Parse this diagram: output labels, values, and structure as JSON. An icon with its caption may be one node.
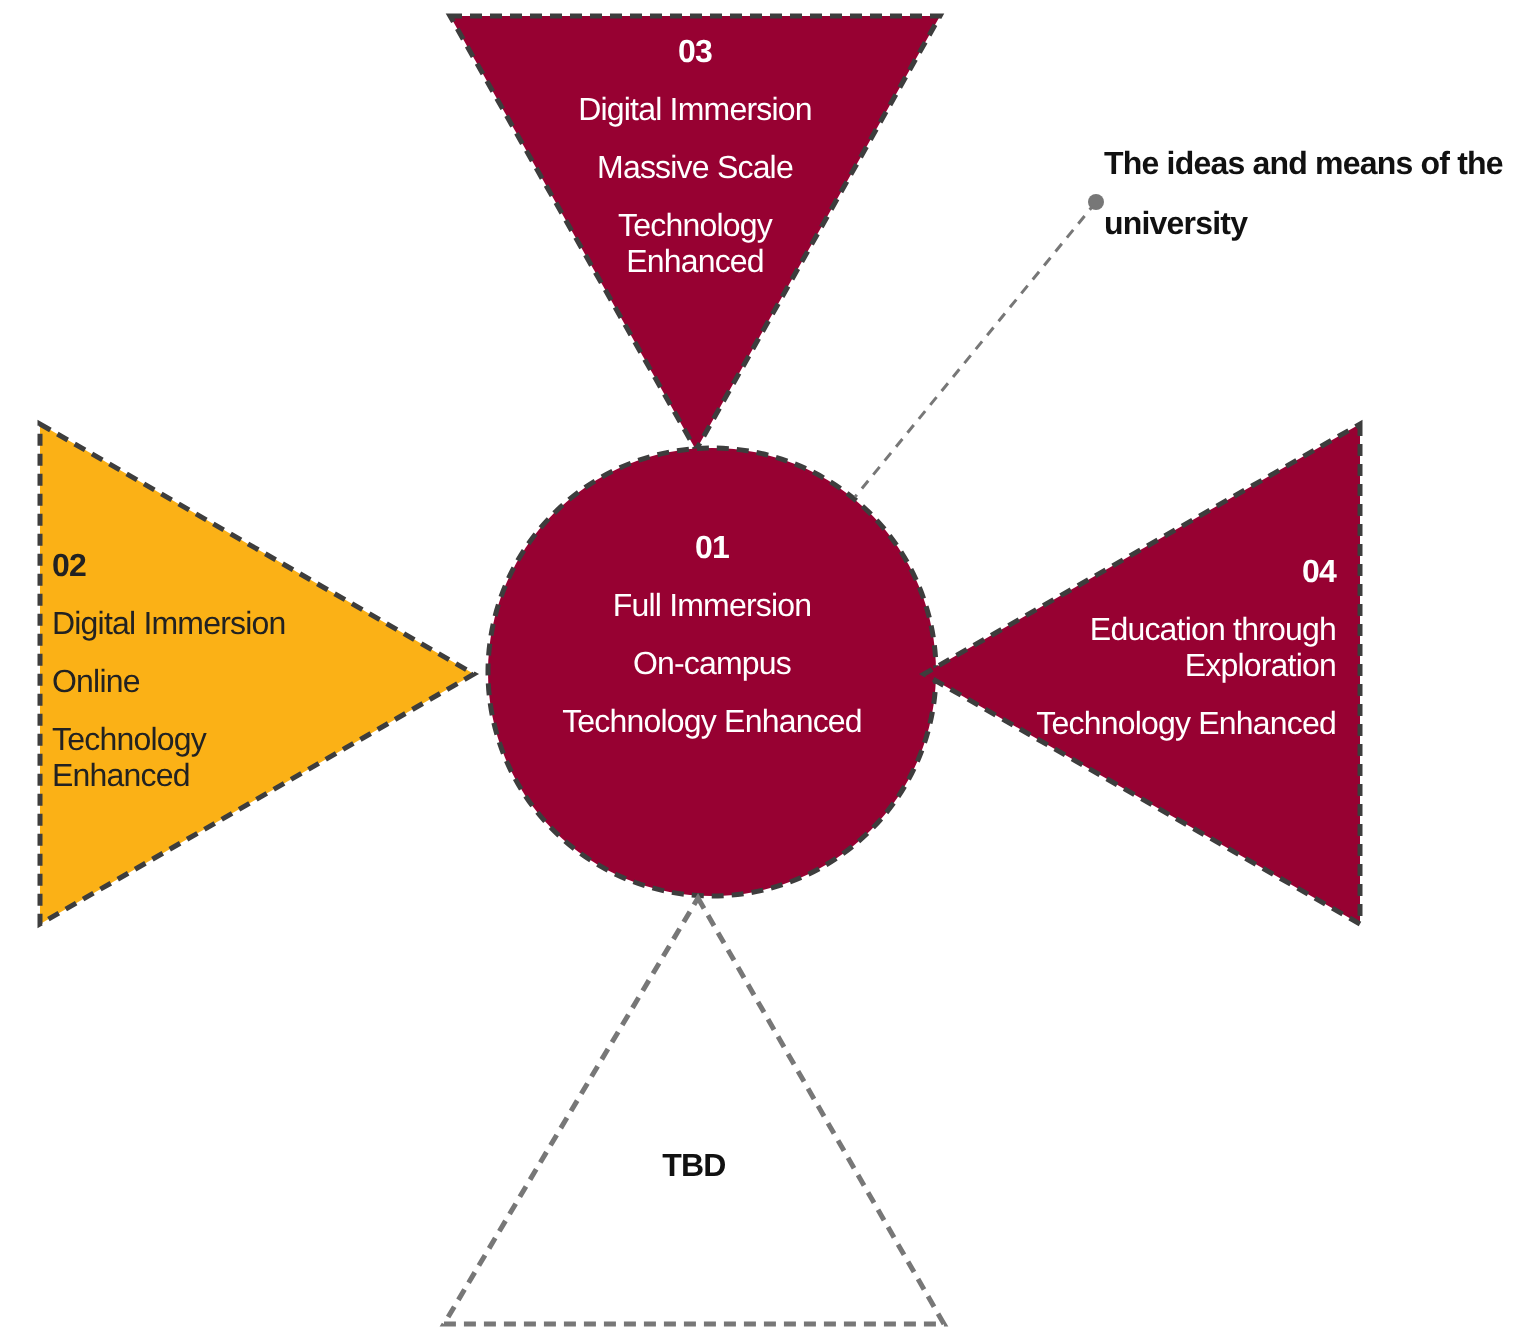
{
  "diagram": {
    "nodes": [
      {
        "text": [
          "03",
          "Digital Immersion",
          "Massive Scale",
          "Technology Enhanced"
        ]
      },
      {
        "text": [
          "The ideas and means of the university"
        ]
      },
      {
        "text": [
          "02",
          "Digital Immersion",
          "Online",
          "Technology Enhanced"
        ]
      },
      {
        "text": [
          "01",
          "Full Immersion",
          "On-campus",
          "Technology Enhanced"
        ]
      },
      {
        "text": [
          "04",
          "Education through Exploration",
          "Technology Enhanced"
        ]
      },
      {
        "text": [
          "TBD"
        ]
      }
    ],
    "edges": [
      {
        "from": 1,
        "to": 3,
        "arrow": "other",
        "style": "dashed"
      }
    ]
  }
}
